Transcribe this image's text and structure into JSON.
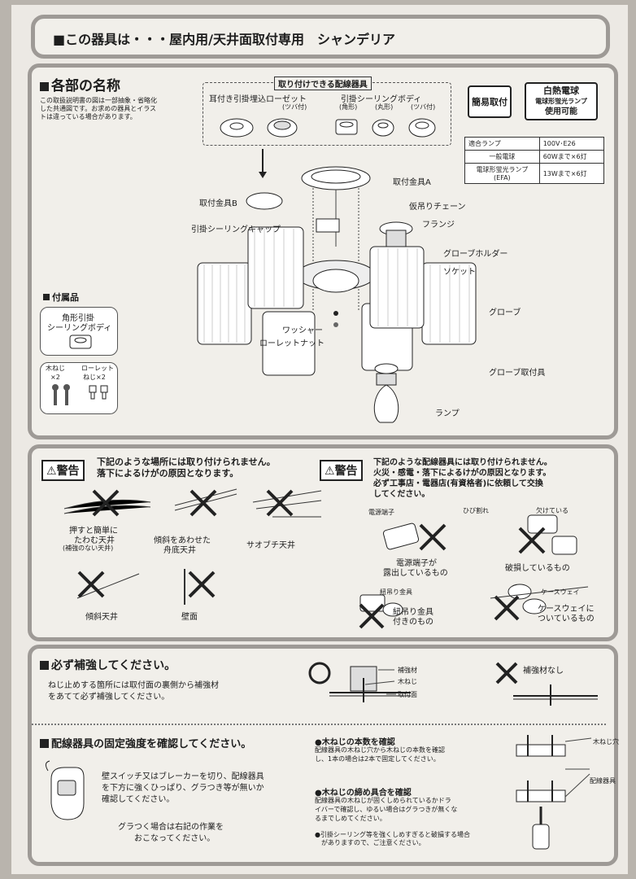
{
  "title_bar": {
    "text": "■この器具は・・・屋内用/天井面取付専用　シャンデリア"
  },
  "parts": {
    "heading": "各部の名称",
    "note": [
      "この取扱説明書の図は一部抽象・省略化",
      "した共通図です。お求めの器具とイラス",
      "トは違っている場合があります。"
    ],
    "outlet_box_title": "取り付けできる配線器具",
    "outlet_label_1": "耳付き引掛埋込ローゼット",
    "outlet_sub_1": "(ツバ付)",
    "outlet_label_2": "引掛シーリングボディ",
    "outlet_sub_2a": "(角形)",
    "outlet_sub_2b": "(丸形)",
    "outlet_sub_2c": "(ツバ付)",
    "badge_easy": "簡易取付",
    "badge_lamp": [
      "白熱電球",
      "電球形蛍光ランプ",
      "使用可能"
    ],
    "spec": {
      "header_left": "適合ランプ",
      "header_right": "100V･E26",
      "row1_left": "一般電球",
      "row1_right": "60Wまで×6灯",
      "row2_left": [
        "電球形蛍光ランプ",
        "(EFA)"
      ],
      "row2_right": "13Wまで×6灯"
    },
    "callouts": {
      "mount_a": "取付金具A",
      "mount_b": "取付金具B",
      "chain": "仮吊りチェーン",
      "flange": "フランジ",
      "cap": "引掛シーリングキャップ",
      "globe_holder": "グローブホルダー",
      "socket": "ソケット",
      "globe": "グローブ",
      "washer": "ワッシャー",
      "knurl_nut": "ローレットナット",
      "globe_fitting": "グローブ取付具",
      "lamp": "ランプ"
    },
    "accessories_heading": "付属品",
    "acc_body": [
      "角形引掛",
      "シーリングボディ"
    ],
    "acc_screw": "木ねじ",
    "acc_screw_qty": "×2",
    "acc_knurl": "ローレット",
    "acc_knurl_qty": "ねじ×2"
  },
  "warn_left": {
    "badge": "警告",
    "text": [
      "下記のような場所には取り付けられません。",
      "落下によるけがの原因となります。"
    ],
    "items": [
      [
        "押すと簡単に",
        "たわむ天井",
        "(補強のない天井)"
      ],
      [
        "傾斜をあわせた",
        "舟底天井"
      ],
      [
        "サオブチ天井"
      ],
      [
        "傾斜天井"
      ],
      [
        "壁面"
      ]
    ]
  },
  "warn_right": {
    "badge": "警告",
    "text": [
      "下記のような配線器具には取り付けられません。",
      "火災・感電・落下によるけがの原因となります。",
      "必ず工事店・電器店(有資格者)に依頼して交換",
      "してください。"
    ],
    "tag_terminal": "電源端子",
    "tag_crack": "ひび割れ",
    "tag_chip": "欠けている",
    "tag_hook": "紐吊り金具",
    "tag_caseway": "ケースウェイ",
    "items": [
      [
        "電源端子が",
        "露出しているもの"
      ],
      [
        "破損しているもの"
      ],
      [
        "紐吊り金具",
        "付きのもの"
      ],
      [
        "ケースウェイに",
        "ついているもの"
      ]
    ]
  },
  "reinforce": {
    "heading": "必ず補強してください。",
    "text": [
      "ねじ止めする箇所には取付面の裏側から補強材",
      "をあてて必ず補強してください。"
    ],
    "label_material": "補強材",
    "label_screw": "木ねじ",
    "label_surface": "取付面",
    "label_none": "補強材なし"
  },
  "strength": {
    "heading": "配線器具の固定強度を確認してください。",
    "text": [
      "壁スイッチ又はブレーカーを切り、配線器具",
      "を下方に強くひっぱり、グラつき等が無いか",
      "確認してください。"
    ],
    "text2": [
      "グラつく場合は右記の作業を",
      "おこなってください。"
    ],
    "check1_title": "●木ねじの本数を確認",
    "check1_text": [
      "配線器具の木ねじ穴から木ねじの本数を確認",
      "し、1本の場合は2本で固定してください。"
    ],
    "check2_title": "●木ねじの締め具合を確認",
    "check2_text": [
      "配線器具の木ねじが固くしめられているかドラ",
      "イバーで確認し、ゆるい場合はグラつきが無くな",
      "るまでしめてください。"
    ],
    "note": [
      "●引掛シーリング等を強くしめすぎると破損する場合",
      "がありますので、ご注意ください。"
    ],
    "label_hole": "木ねじ穴",
    "label_device": "配線器具"
  }
}
